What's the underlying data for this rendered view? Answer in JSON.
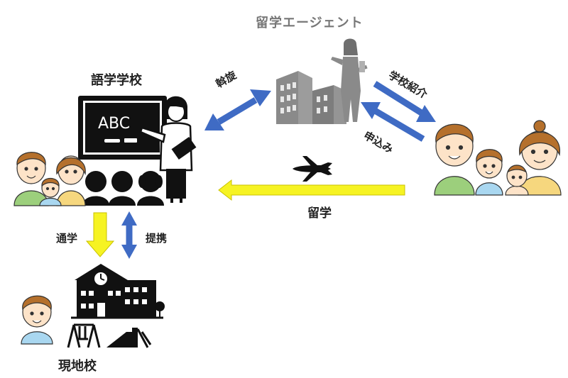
{
  "labels": {
    "agent": "留学エージェント",
    "language_school": "語学学校",
    "local_school": "現地校",
    "study_abroad": "留学",
    "mediation": "斡旋",
    "school_introduction": "学校紹介",
    "application": "申込み",
    "commute": "通学",
    "partnership": "提携"
  },
  "board_text": "ABC",
  "colors": {
    "blue_arrow": "#3f6bc4",
    "yellow_arrow": "#f6f323",
    "yellow_arrow_stroke": "#c9c200",
    "agent_label": "#777777",
    "building": "#8a8a8a",
    "skin": "#fde3c8",
    "hair": "#b5702c",
    "green_shirt": "#9ccf7c",
    "yellow_shirt": "#f6d77e",
    "blue_shirt": "#a9d7f0"
  },
  "icons": [
    "office-building-icon",
    "businesswoman-icon",
    "teacher-icon",
    "chalkboard-icon",
    "student-silhouette-icon",
    "family-icon",
    "airplane-icon",
    "school-building-icon",
    "playground-icon",
    "child-icon"
  ]
}
